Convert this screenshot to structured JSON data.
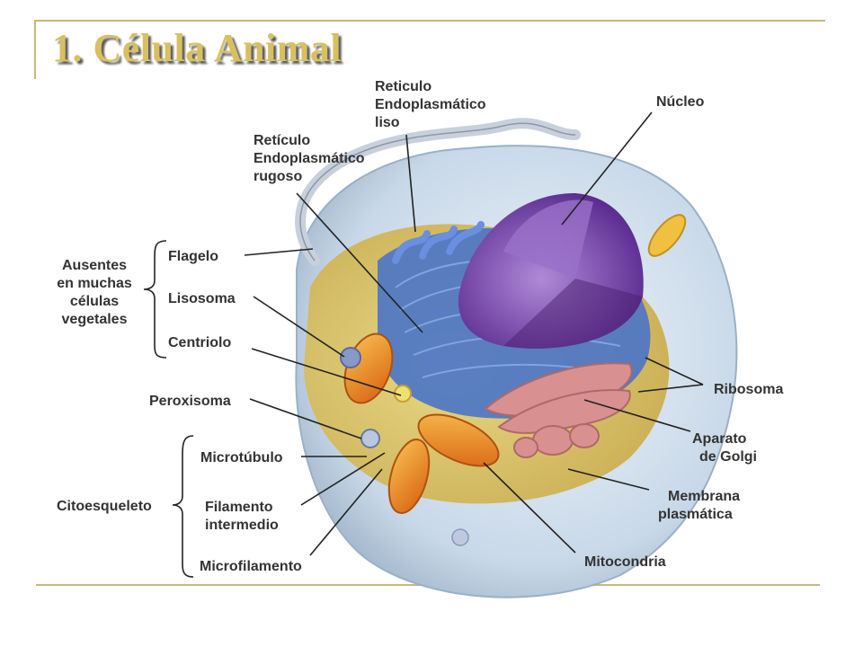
{
  "title": "1. Célula Animal",
  "labels": {
    "reticulo_liso": [
      "Reticulo",
      "Endoplasmático",
      "liso"
    ],
    "reticulo_rugoso": [
      "Retículo",
      "Endoplasmático",
      "rugoso"
    ],
    "nucleo": "Núcleo",
    "ausentes": [
      "Ausentes",
      "en muchas",
      "células",
      "vegetales"
    ],
    "flagelo": "Flagelo",
    "lisosoma": "Lisosoma",
    "centriolo": "Centriolo",
    "peroxisoma": "Peroxisoma",
    "ribosoma": "Ribosoma",
    "aparato_golgi": [
      "Aparato",
      "de Golgi"
    ],
    "microtubulo": "Microtúbulo",
    "citoesqueleto": "Citoesqueleto",
    "filamento_intermedio": [
      "Filamento",
      "intermedio"
    ],
    "membrana_plasmatica": [
      "Membrana",
      "plasmática"
    ],
    "mitocondria": "Mitocondria",
    "microfilamento": "Microfilamento"
  },
  "colors": {
    "title": "#d8c060",
    "frame": "#c8b878",
    "label": "#333333",
    "cytoplasm": "#d8c466",
    "er": "#4a74c8",
    "nucleus": "#7a4aa8",
    "golgi": "#d89090",
    "mitochondria": "#e89030",
    "membrane": "#c8d8e8"
  },
  "icons": [
    "cell-illustration-image"
  ]
}
